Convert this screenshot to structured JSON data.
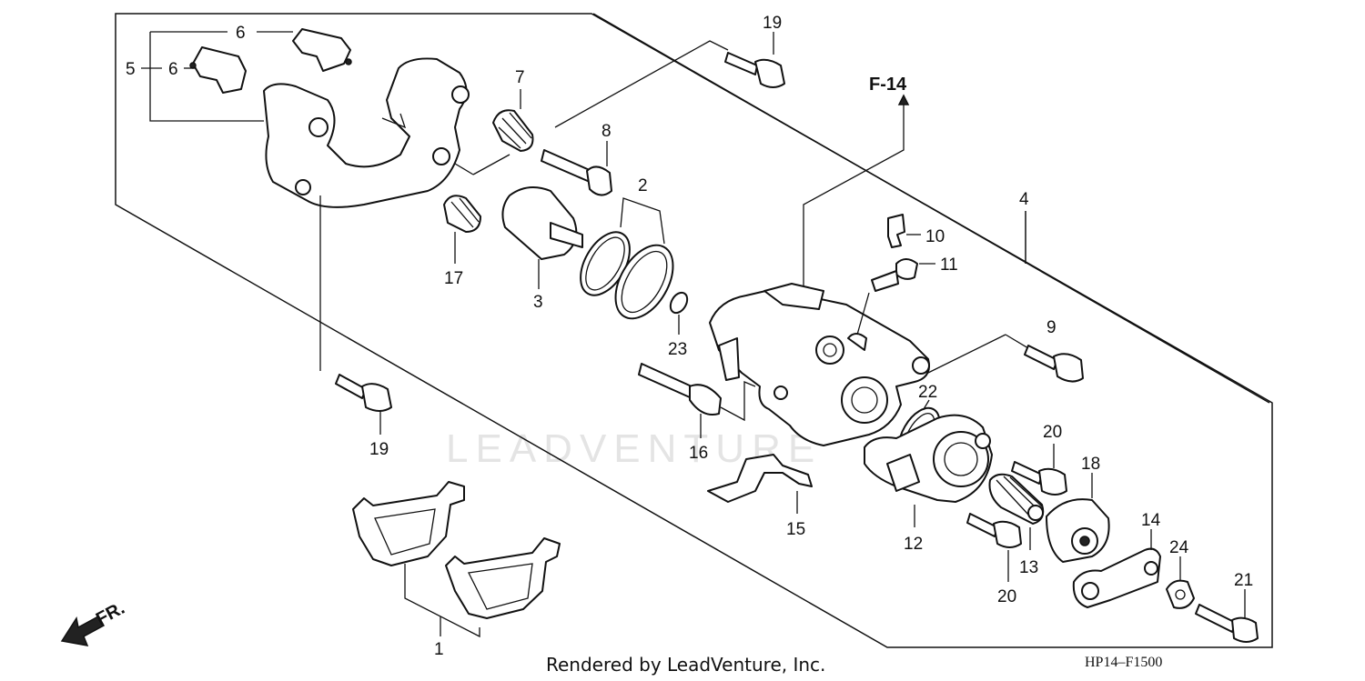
{
  "diagram": {
    "direction_label": "FR.",
    "reference_label": "F-14",
    "watermark": "LEADVENTURE",
    "footer": "Rendered by LeadVenture, Inc.",
    "diagram_code": "HP14–F1500",
    "callouts": {
      "c1": "1",
      "c2": "2",
      "c3": "3",
      "c4": "4",
      "c5": "5",
      "c6a": "6",
      "c6b": "6",
      "c7": "7",
      "c8": "8",
      "c9": "9",
      "c10": "10",
      "c11": "11",
      "c12": "12",
      "c13": "13",
      "c14": "14",
      "c15": "15",
      "c16": "16",
      "c17": "17",
      "c18": "18",
      "c19a": "19",
      "c19b": "19",
      "c20a": "20",
      "c20b": "20",
      "c21": "21",
      "c22": "22",
      "c23": "23",
      "c24": "24"
    }
  }
}
